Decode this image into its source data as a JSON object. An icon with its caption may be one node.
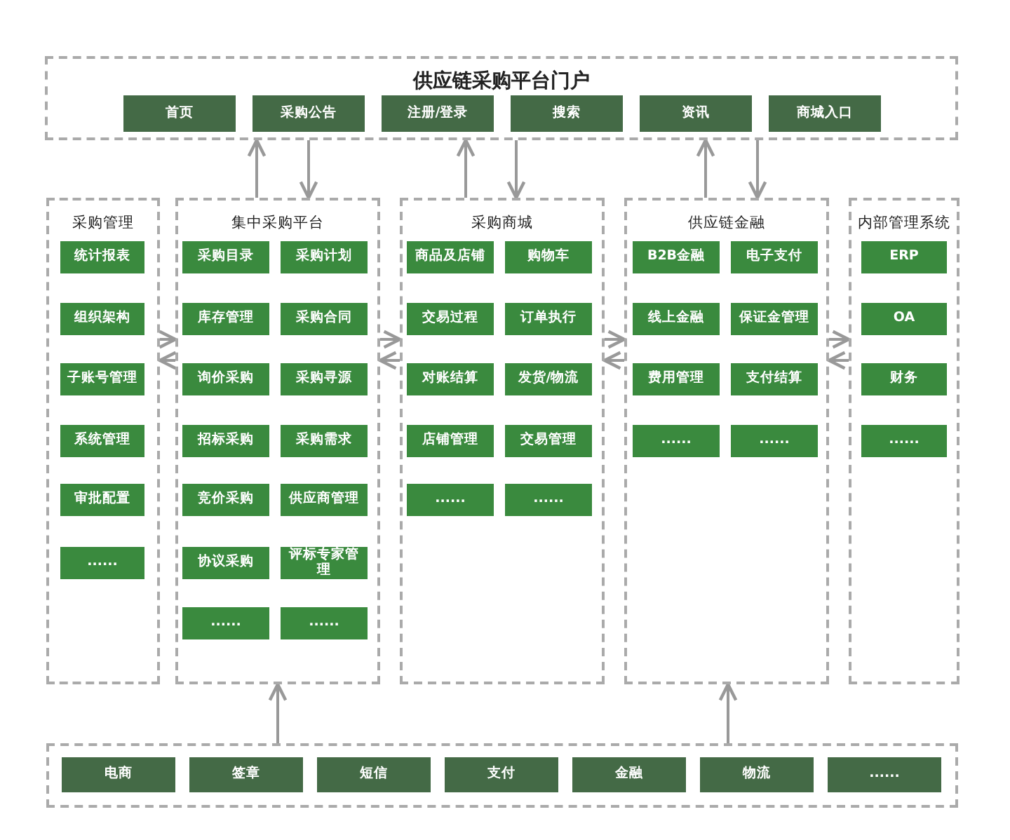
{
  "diagram": {
    "nodes": [
      {
        "text": [
          "供应链采购平台门户"
        ]
      },
      {
        "text": [
          "首页"
        ],
        "in": 0
      },
      {
        "text": [
          "采购公告"
        ],
        "in": 0
      },
      {
        "text": [
          "注册/登录"
        ],
        "in": 0
      },
      {
        "text": [
          "搜索"
        ],
        "in": 0
      },
      {
        "text": [
          "资讯"
        ],
        "in": 0
      },
      {
        "text": [
          "商城入口"
        ],
        "in": 0
      },
      {
        "text": [
          "采购管理"
        ]
      },
      {
        "text": [
          "统计报表"
        ],
        "in": 7
      },
      {
        "text": [
          "组织架构"
        ],
        "in": 7
      },
      {
        "text": [
          "子账号管理"
        ],
        "in": 7
      },
      {
        "text": [
          "系统管理"
        ],
        "in": 7
      },
      {
        "text": [
          "审批配置"
        ],
        "in": 7
      },
      {
        "text": [
          "......"
        ],
        "in": 7
      },
      {
        "text": [
          "集中采购平台"
        ]
      },
      {
        "text": [
          "采购目录"
        ],
        "in": 14
      },
      {
        "text": [
          "采购计划"
        ],
        "in": 14
      },
      {
        "text": [
          "库存管理"
        ],
        "in": 14
      },
      {
        "text": [
          "采购合同"
        ],
        "in": 14
      },
      {
        "text": [
          "询价采购"
        ],
        "in": 14
      },
      {
        "text": [
          "采购寻源"
        ],
        "in": 14
      },
      {
        "text": [
          "招标采购"
        ],
        "in": 14
      },
      {
        "text": [
          "采购需求"
        ],
        "in": 14
      },
      {
        "text": [
          "竞价采购"
        ],
        "in": 14
      },
      {
        "text": [
          "供应商管理"
        ],
        "in": 14
      },
      {
        "text": [
          "协议采购"
        ],
        "in": 14
      },
      {
        "text": [
          "评标专家管理"
        ],
        "in": 14
      },
      {
        "text": [
          "......"
        ],
        "in": 14
      },
      {
        "text": [
          "......"
        ],
        "in": 14
      },
      {
        "text": [
          "采购商城"
        ]
      },
      {
        "text": [
          "商品及店铺"
        ],
        "in": 29
      },
      {
        "text": [
          "购物车"
        ],
        "in": 29
      },
      {
        "text": [
          "交易过程"
        ],
        "in": 29
      },
      {
        "text": [
          "订单执行"
        ],
        "in": 29
      },
      {
        "text": [
          "对账结算"
        ],
        "in": 29
      },
      {
        "text": [
          "发货/物流"
        ],
        "in": 29
      },
      {
        "text": [
          "店铺管理"
        ],
        "in": 29
      },
      {
        "text": [
          "交易管理"
        ],
        "in": 29
      },
      {
        "text": [
          "......"
        ],
        "in": 29
      },
      {
        "text": [
          "......"
        ],
        "in": 29
      },
      {
        "text": [
          "供应链金融"
        ]
      },
      {
        "text": [
          "B2B金融"
        ],
        "in": 40
      },
      {
        "text": [
          "电子支付"
        ],
        "in": 40
      },
      {
        "text": [
          "线上金融"
        ],
        "in": 40
      },
      {
        "text": [
          "保证金管理"
        ],
        "in": 40
      },
      {
        "text": [
          "费用管理"
        ],
        "in": 40
      },
      {
        "text": [
          "支付结算"
        ],
        "in": 40
      },
      {
        "text": [
          "......"
        ],
        "in": 40
      },
      {
        "text": [
          "......"
        ],
        "in": 40
      },
      {
        "text": [
          "内部管理系统"
        ]
      },
      {
        "text": [
          "ERP"
        ],
        "in": 49
      },
      {
        "text": [
          "OA"
        ],
        "in": 49
      },
      {
        "text": [
          "财务"
        ],
        "in": 49
      },
      {
        "text": [
          "......"
        ],
        "in": 49
      },
      {
        "text": [],
        "shape": "box"
      },
      {
        "text": [
          "电商"
        ],
        "in": 54
      },
      {
        "text": [
          "签章"
        ],
        "in": 54
      },
      {
        "text": [
          "短信"
        ],
        "in": 54
      },
      {
        "text": [
          "支付"
        ],
        "in": 54
      },
      {
        "text": [
          "金融"
        ],
        "in": 54
      },
      {
        "text": [
          "物流"
        ],
        "in": 54
      },
      {
        "text": [
          "......"
        ],
        "in": 54
      }
    ],
    "edges": [
      {
        "from": 14,
        "to": 0,
        "arrow": "to"
      },
      {
        "from": 0,
        "to": 14,
        "arrow": "to"
      },
      {
        "from": 29,
        "to": 0,
        "arrow": "to"
      },
      {
        "from": 0,
        "to": 29,
        "arrow": "to"
      },
      {
        "from": 40,
        "to": 0,
        "arrow": "to"
      },
      {
        "from": 0,
        "to": 40,
        "arrow": "to"
      },
      {
        "from": 7,
        "to": 14,
        "arrow": "to"
      },
      {
        "from": 14,
        "to": 7,
        "arrow": "to"
      },
      {
        "from": 14,
        "to": 29,
        "arrow": "to"
      },
      {
        "from": 29,
        "to": 14,
        "arrow": "to"
      },
      {
        "from": 29,
        "to": 40,
        "arrow": "to"
      },
      {
        "from": 40,
        "to": 29,
        "arrow": "to"
      },
      {
        "from": 40,
        "to": 49,
        "arrow": "to"
      },
      {
        "from": 49,
        "to": 40,
        "arrow": "to"
      },
      {
        "from": 54,
        "to": 14,
        "arrow": "to"
      },
      {
        "from": 54,
        "to": 40,
        "arrow": "to"
      }
    ]
  }
}
